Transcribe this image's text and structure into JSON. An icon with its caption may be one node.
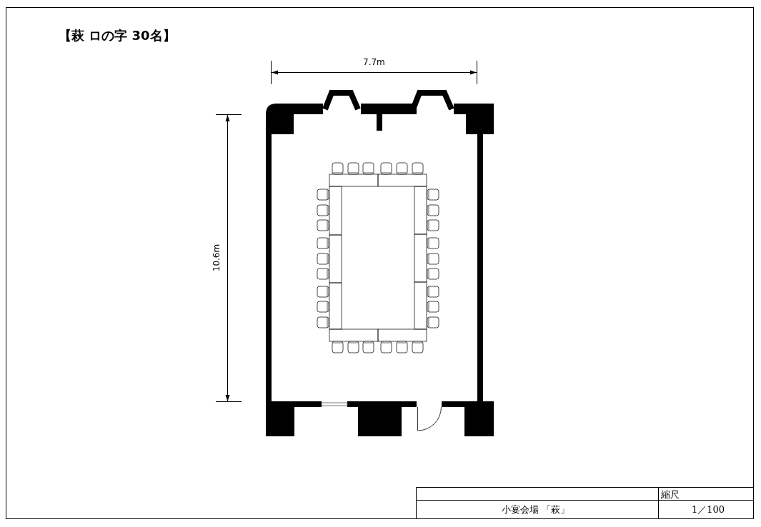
{
  "diagram": {
    "title": "【萩 ロの字 30名】",
    "labels": [
      "7.7m",
      "10.6m",
      "小宴会場 「萩」",
      "縮尺",
      "1／100"
    ]
  }
}
